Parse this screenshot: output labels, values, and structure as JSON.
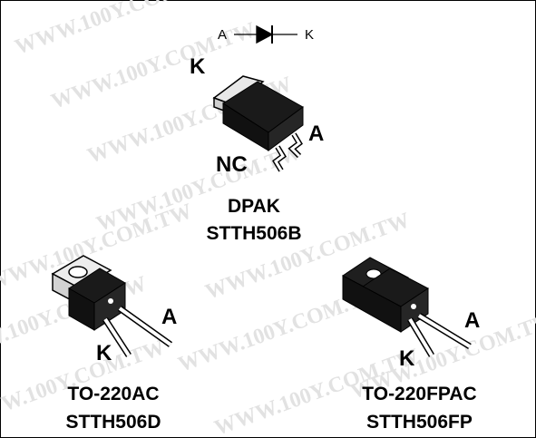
{
  "symbol": {
    "anode": "A",
    "cathode": "K"
  },
  "watermark": "WWW.100Y.COM.TW",
  "dpak": {
    "pin_k": "K",
    "pin_a": "A",
    "pin_nc": "NC",
    "package": "DPAK",
    "part": "STTH506B"
  },
  "to220ac": {
    "pin_a": "A",
    "pin_k": "K",
    "package": "TO-220AC",
    "part": "STTH506D"
  },
  "to220fpac": {
    "pin_a": "A",
    "pin_k": "K",
    "package": "TO-220FPAC",
    "part": "STTH506FP"
  }
}
